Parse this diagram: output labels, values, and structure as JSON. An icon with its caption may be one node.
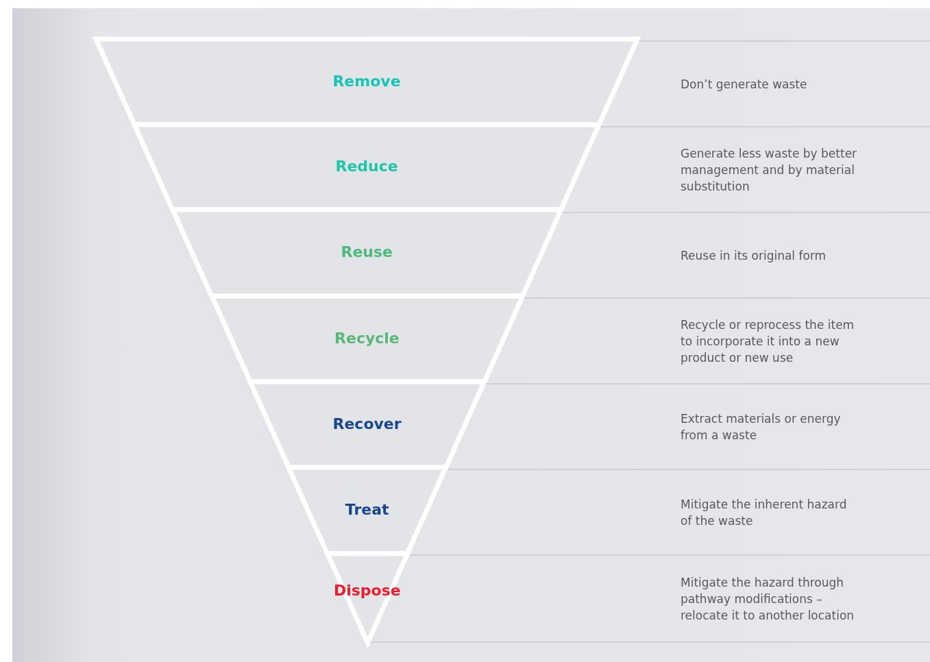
{
  "diagram": {
    "nodes": [
      {
        "text": [
          "Remove"
        ]
      },
      {
        "text": [
          "Reduce"
        ]
      },
      {
        "text": [
          "Reuse"
        ]
      },
      {
        "text": [
          "Recycle"
        ]
      },
      {
        "text": [
          "Recover"
        ]
      },
      {
        "text": [
          "Treat"
        ]
      },
      {
        "text": [
          "Dispose"
        ]
      }
    ],
    "labels": [
      "Don’t generate waste",
      "Generate less waste by better management and by material substitution",
      "Reuse in its original form",
      "Recycle or reprocess the item to incorporate it into a new product or new use",
      "Extract materials or energy from a waste",
      "Mitigate the inherent hazard of the waste",
      "Mitigate the hazard through pathway modifications – relocate it to another location"
    ]
  }
}
